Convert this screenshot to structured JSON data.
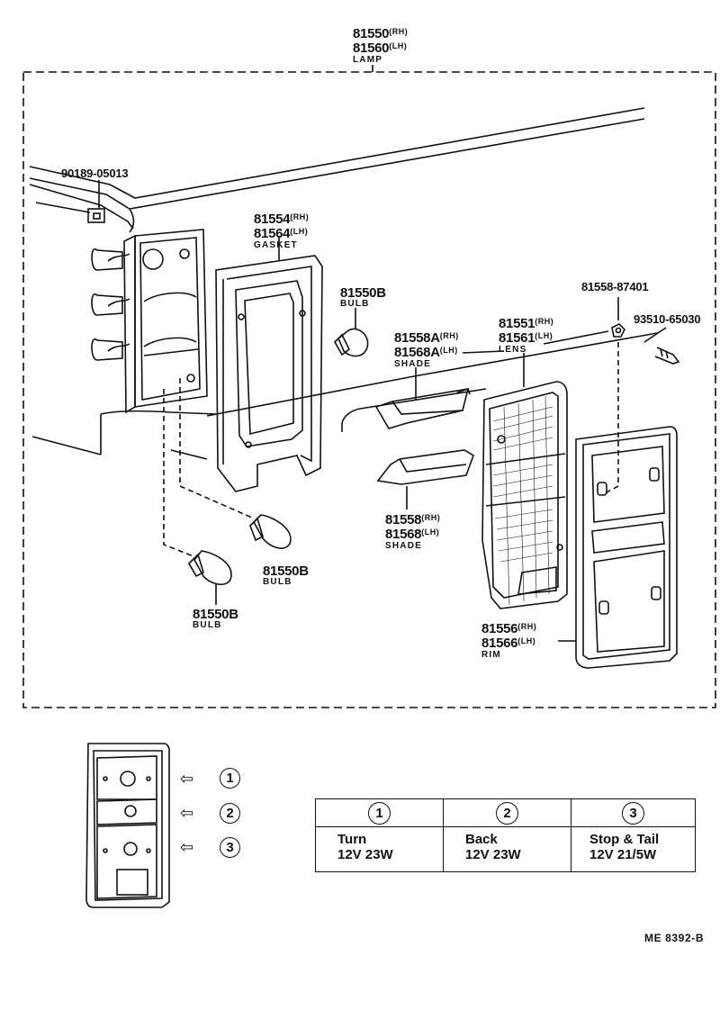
{
  "callouts": {
    "lamp": {
      "part": "81550",
      "part_lh": "81560",
      "rh": "(RH)",
      "lh": "(LH)",
      "name": "LAMP"
    },
    "socket": {
      "part": "90189-05013"
    },
    "gasket": {
      "part": "81554",
      "part_lh": "81564",
      "rh": "(RH)",
      "lh": "(LH)",
      "name": "GASKET"
    },
    "bulb_top": {
      "part": "81550B",
      "name": "BULB"
    },
    "bulb_mid": {
      "part": "81550B",
      "name": "BULB"
    },
    "bulb_low": {
      "part": "81550B",
      "name": "BULB"
    },
    "nut": {
      "part": "81558-87401"
    },
    "screw": {
      "part": "93510-65030"
    },
    "shade_a": {
      "part": "81558A",
      "part_lh": "81568A",
      "rh": "(RH)",
      "lh": "(LH)",
      "name": "SHADE"
    },
    "shade": {
      "part": "81558",
      "part_lh": "81568",
      "rh": "(RH)",
      "lh": "(LH)",
      "name": "SHADE"
    },
    "lens": {
      "part": "81551",
      "part_lh": "81561",
      "rh": "(RH)",
      "lh": "(LH)",
      "name": "LENS"
    },
    "rim": {
      "part": "81556",
      "part_lh": "81566",
      "rh": "(RH)",
      "lh": "(LH)",
      "name": "RIM"
    }
  },
  "positions": {
    "markers": [
      "1",
      "2",
      "3"
    ]
  },
  "bulb_table": {
    "headers": [
      "1",
      "2",
      "3"
    ],
    "rows": [
      {
        "function": "Turn",
        "spec": "12V 23W"
      },
      {
        "function": "Back",
        "spec": "12V 23W"
      },
      {
        "function": "Stop & Tail",
        "spec": "12V 21/5W"
      }
    ]
  },
  "reference": "ME  8392-B"
}
